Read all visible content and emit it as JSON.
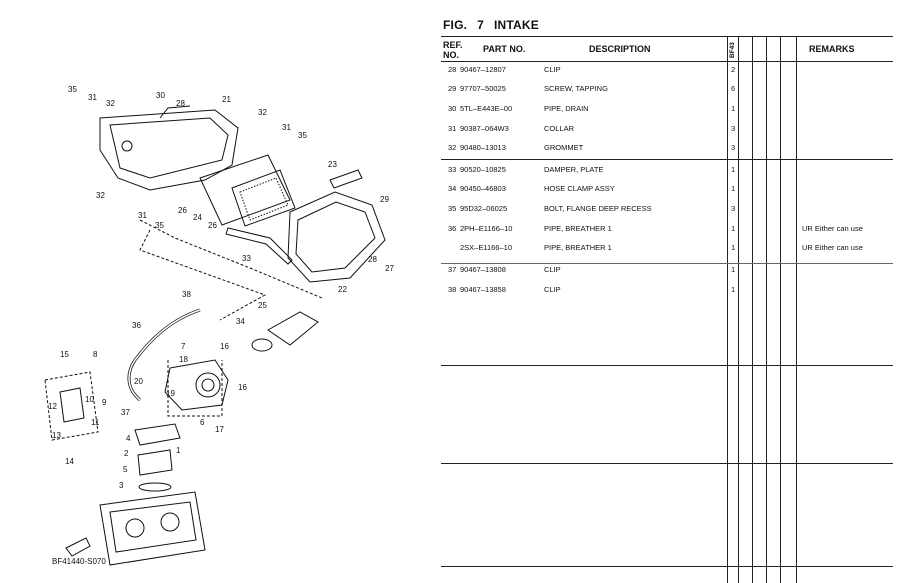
{
  "figure": {
    "prefix": "FIG.",
    "number": "7",
    "title": "INTAKE",
    "diagram_code": "BF41440-S070"
  },
  "table": {
    "headers": {
      "ref_line1": "REF.",
      "ref_line2": "NO.",
      "part_no": "PART NO.",
      "description": "DESCRIPTION",
      "model_col": "BF43",
      "remarks": "REMARKS"
    },
    "rows": [
      {
        "ref": "28",
        "part": "90467–12807",
        "desc": "CLIP",
        "qty": "2",
        "remarks": ""
      },
      {
        "ref": "29",
        "part": "97707–50025",
        "desc": "SCREW, TAPPING",
        "qty": "6",
        "remarks": ""
      },
      {
        "ref": "30",
        "part": "5TL–E443E–00",
        "desc": "PIPE, DRAIN",
        "qty": "1",
        "remarks": ""
      },
      {
        "ref": "31",
        "part": "90387–064W3",
        "desc": "COLLAR",
        "qty": "3",
        "remarks": ""
      },
      {
        "ref": "32",
        "part": "90480–13013",
        "desc": "GROMMET",
        "qty": "3",
        "remarks": ""
      },
      {
        "ref": "33",
        "part": "90520–10825",
        "desc": "DAMPER, PLATE",
        "qty": "1",
        "remarks": ""
      },
      {
        "ref": "34",
        "part": "90450–46803",
        "desc": "HOSE CLAMP ASSY",
        "qty": "1",
        "remarks": ""
      },
      {
        "ref": "35",
        "part": "95D32–06025",
        "desc": "BOLT, FLANGE DEEP RECESS",
        "qty": "3",
        "remarks": ""
      },
      {
        "ref": "36",
        "part": "2PH–E1166–10",
        "desc": "PIPE, BREATHER 1",
        "qty": "1",
        "remarks": "UR Either can use"
      },
      {
        "ref": "",
        "part": "2SX–E1166–10",
        "desc": "PIPE, BREATHER 1",
        "qty": "1",
        "remarks": "UR Either can use"
      },
      {
        "ref": "37",
        "part": "90467–13808",
        "desc": "CLIP",
        "qty": "1",
        "remarks": ""
      },
      {
        "ref": "38",
        "part": "90467–13858",
        "desc": "CLIP",
        "qty": "1",
        "remarks": ""
      }
    ]
  },
  "callouts": [
    "35",
    "31",
    "32",
    "30",
    "28",
    "21",
    "32",
    "31",
    "35",
    "32",
    "26",
    "24",
    "26",
    "31",
    "35",
    "23",
    "29",
    "33",
    "28",
    "27",
    "22",
    "38",
    "25",
    "36",
    "34",
    "7",
    "16",
    "15",
    "8",
    "18",
    "20",
    "19",
    "16",
    "12",
    "10",
    "9",
    "11",
    "37",
    "6",
    "13",
    "4",
    "17",
    "1",
    "14",
    "2",
    "5",
    "3"
  ]
}
